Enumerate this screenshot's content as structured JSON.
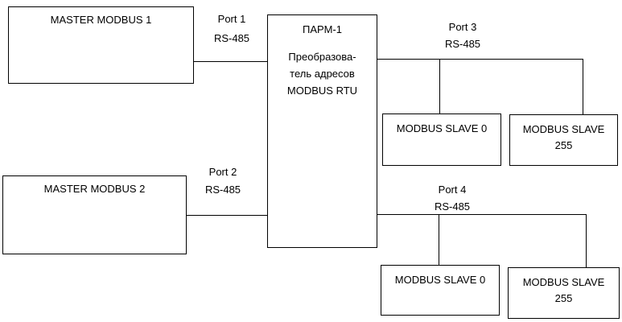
{
  "master1": {
    "label": "MASTER MODBUS 1"
  },
  "master2": {
    "label": "MASTER MODBUS 2"
  },
  "parm": {
    "title": "ПАРМ-1",
    "line1": "Преобразова-",
    "line2": "тель адресов",
    "line3": "MODBUS RTU"
  },
  "port1": {
    "name": "Port 1",
    "type": "RS-485"
  },
  "port2": {
    "name": "Port 2",
    "type": "RS-485"
  },
  "port3": {
    "name": "Port 3",
    "type": "RS-485"
  },
  "port4": {
    "name": "Port 4",
    "type": "RS-485"
  },
  "slaves_port3": [
    {
      "line1": "MODBUS SLAVE 0",
      "line2": ""
    },
    {
      "line1": "MODBUS SLAVE",
      "line2": "255"
    }
  ],
  "slaves_port4": [
    {
      "line1": "MODBUS SLAVE 0",
      "line2": ""
    },
    {
      "line1": "MODBUS SLAVE",
      "line2": "255"
    }
  ]
}
